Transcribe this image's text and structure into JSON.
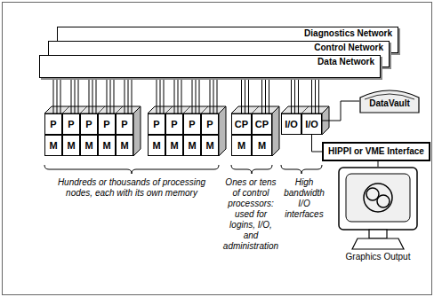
{
  "diagram": {
    "nodes": [
      {
        "text": [
          "Diagnostics Network"
        ]
      },
      {
        "text": [
          "Control Network"
        ]
      },
      {
        "text": [
          "Data Network"
        ]
      },
      {
        "text": [
          "P"
        ]
      },
      {
        "text": [
          "M"
        ]
      },
      {
        "text": [
          "P"
        ]
      },
      {
        "text": [
          "M"
        ]
      },
      {
        "text": [
          "P"
        ]
      },
      {
        "text": [
          "M"
        ]
      },
      {
        "text": [
          "P"
        ]
      },
      {
        "text": [
          "M"
        ]
      },
      {
        "text": [
          "P"
        ]
      },
      {
        "text": [
          "M"
        ]
      },
      {
        "text": [
          "P"
        ]
      },
      {
        "text": [
          "M"
        ]
      },
      {
        "text": [
          "P"
        ]
      },
      {
        "text": [
          "M"
        ]
      },
      {
        "text": [
          "P"
        ]
      },
      {
        "text": [
          "M"
        ]
      },
      {
        "text": [
          "P"
        ]
      },
      {
        "text": [
          "M"
        ]
      },
      {
        "text": [
          "CP"
        ]
      },
      {
        "text": [
          "M"
        ]
      },
      {
        "text": [
          "CP"
        ]
      },
      {
        "text": [
          "M"
        ]
      },
      {
        "text": [
          "I/O"
        ]
      },
      {
        "text": [
          "I/O"
        ]
      },
      {
        "text": [
          "DataVault"
        ]
      },
      {
        "text": [
          "HIPPI or VME Interface"
        ]
      },
      {
        "text": [
          "Graphics Output"
        ]
      }
    ],
    "edges": [
      {
        "from": 2,
        "to": 3,
        "arrow": "none"
      },
      {
        "from": 2,
        "to": 5,
        "arrow": "none"
      },
      {
        "from": 2,
        "to": 7,
        "arrow": "none"
      },
      {
        "from": 2,
        "to": 9,
        "arrow": "none"
      },
      {
        "from": 2,
        "to": 11,
        "arrow": "none"
      },
      {
        "from": 2,
        "to": 13,
        "arrow": "none"
      },
      {
        "from": 2,
        "to": 15,
        "arrow": "none"
      },
      {
        "from": 2,
        "to": 17,
        "arrow": "none"
      },
      {
        "from": 2,
        "to": 19,
        "arrow": "none"
      },
      {
        "from": 2,
        "to": 21,
        "arrow": "none"
      },
      {
        "from": 2,
        "to": 23,
        "arrow": "none"
      },
      {
        "from": 2,
        "to": 25,
        "arrow": "none"
      },
      {
        "from": 2,
        "to": 26,
        "arrow": "none"
      },
      {
        "from": 26,
        "to": 27,
        "arrow": "none"
      },
      {
        "from": 26,
        "to": 28,
        "arrow": "none"
      },
      {
        "from": 28,
        "to": 29,
        "arrow": "none"
      }
    ],
    "labels": [
      "Hundreds or thousands of processing nodes, each with its own memory",
      "Ones or tens of control processors: used for logins, I/O, and administration",
      "High bandwidth I/O interfaces"
    ]
  }
}
